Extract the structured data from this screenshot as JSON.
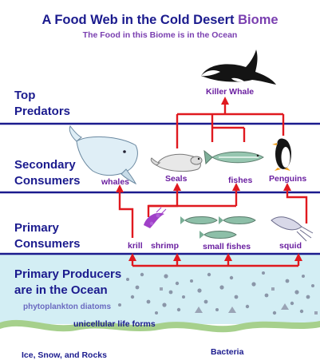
{
  "title_main": "A Food Web in the Cold Desert",
  "title_accent": "Biome",
  "subtitle": "The Food in this Biome is in the Ocean",
  "levels": {
    "top": [
      "Top",
      "Predators"
    ],
    "secondary": [
      "Secondary",
      "Consumers"
    ],
    "primary": [
      "Primary",
      "Consumers"
    ],
    "producers": [
      "Primary Producers",
      "are in the Ocean"
    ]
  },
  "organisms": {
    "killer_whale": "Killer Whale",
    "whales": "whales",
    "seals": "Seals",
    "fishes": "fishes",
    "penguins": "Penguins",
    "krill": "krill",
    "shrimp": "shrimp",
    "small_fishes": "small fishes",
    "squid": "squid"
  },
  "producers": {
    "phytoplankton": "phytoplankton diatoms",
    "unicellular": "unicellular life forms"
  },
  "ground": {
    "ice": "Ice, Snow, and Rocks",
    "bacteria": "Bacteria"
  },
  "colors": {
    "band_line": "#1b1b8e",
    "arrow": "#e0191f",
    "ocean": "#d3eef4",
    "ground": "#a6d08c",
    "label": "#6a1fa0"
  }
}
